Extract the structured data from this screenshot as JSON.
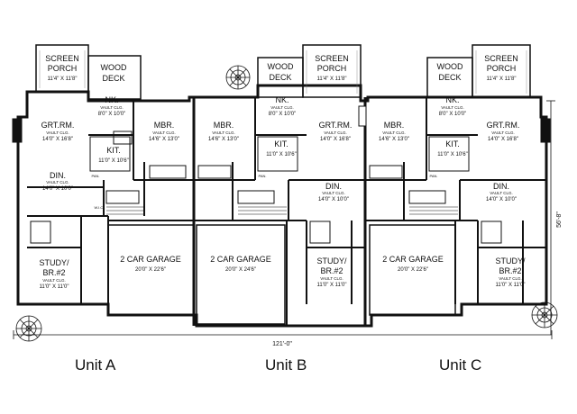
{
  "drawing": {
    "overall_width": "121'-0\"",
    "overall_depth": "56'-8\""
  },
  "units": [
    {
      "caption": "Unit A",
      "rooms": {
        "screen_porch": {
          "name_1": "SCREEN",
          "name_2": "PORCH",
          "dims": "11'4\" X 11'8\""
        },
        "wood_deck": {
          "name_1": "WOOD",
          "name_2": "DECK"
        },
        "nook": {
          "name": "NK.",
          "note": "VAULT CLG.",
          "dims": "8'0\" X 10'0\""
        },
        "great_room": {
          "name": "GRT.RM.",
          "note": "VAULT CLG.",
          "dims": "14'0\" X 16'8\""
        },
        "master_bedroom": {
          "name": "MBR.",
          "note": "VAULT CLG.",
          "dims": "14'6\" X 13'0\""
        },
        "kitchen": {
          "name": "KIT.",
          "dims": "11'0\" X 10'6\""
        },
        "dining": {
          "name": "DIN.",
          "note": "VAULT CLG.",
          "dims": "14'0\" X 10'0\""
        },
        "study": {
          "name_1": "STUDY/",
          "name_2": "BR.#2",
          "note": "VAULT CLG.",
          "dims": "11'0\" X 11'0\""
        },
        "garage": {
          "name": "2 CAR GARAGE",
          "dims": "20'0\" X 22'6\""
        }
      }
    },
    {
      "caption": "Unit B",
      "rooms": {
        "wood_deck": {
          "name_1": "WOOD",
          "name_2": "DECK"
        },
        "screen_porch": {
          "name_1": "SCREEN",
          "name_2": "PORCH",
          "dims": "11'4\" X 11'8\""
        },
        "master_bedroom": {
          "name": "MBR.",
          "note": "VAULT CLG.",
          "dims": "14'6\" X 13'0\""
        },
        "nook": {
          "name": "NK.",
          "note": "VAULT CLG.",
          "dims": "8'0\" X 10'0\""
        },
        "great_room": {
          "name": "GRT.RM.",
          "note": "VAULT CLG.",
          "dims": "14'0\" X 16'8\""
        },
        "kitchen": {
          "name": "KIT.",
          "dims": "11'0\" X 10'6\""
        },
        "dining": {
          "name": "DIN.",
          "note": "VAULT CLG.",
          "dims": "14'0\" X 10'0\""
        },
        "study": {
          "name_1": "STUDY/",
          "name_2": "BR.#2",
          "note": "VAULT CLG.",
          "dims": "11'0\" X 11'0\""
        },
        "garage": {
          "name": "2 CAR GARAGE",
          "dims": "20'0\" X 24'6\""
        }
      }
    },
    {
      "caption": "Unit C",
      "rooms": {
        "wood_deck": {
          "name_1": "WOOD",
          "name_2": "DECK"
        },
        "screen_porch": {
          "name_1": "SCREEN",
          "name_2": "PORCH",
          "dims": "11'4\" X 11'8\""
        },
        "master_bedroom": {
          "name": "MBR.",
          "note": "VAULT CLG.",
          "dims": "14'6\" X 13'0\""
        },
        "nook": {
          "name": "NK.",
          "note": "VAULT CLG.",
          "dims": "8'0\" X 10'0\""
        },
        "great_room": {
          "name": "GRT.RM.",
          "note": "VAULT CLG.",
          "dims": "14'0\" X 16'8\""
        },
        "kitchen": {
          "name": "KIT.",
          "dims": "11'0\" X 10'6\""
        },
        "dining": {
          "name": "DIN.",
          "note": "VAULT CLG.",
          "dims": "14'0\" X 10'0\""
        },
        "study": {
          "name_1": "STUDY/",
          "name_2": "BR.#2",
          "note": "VAULT CLG.",
          "dims": "11'0\" X 11'0\""
        },
        "garage": {
          "name": "2 CAR GARAGE",
          "dims": "20'0\" X 22'6\""
        }
      }
    }
  ],
  "abbreviations": {
    "wic": "W.I.C.",
    "pantry": "PAN."
  }
}
